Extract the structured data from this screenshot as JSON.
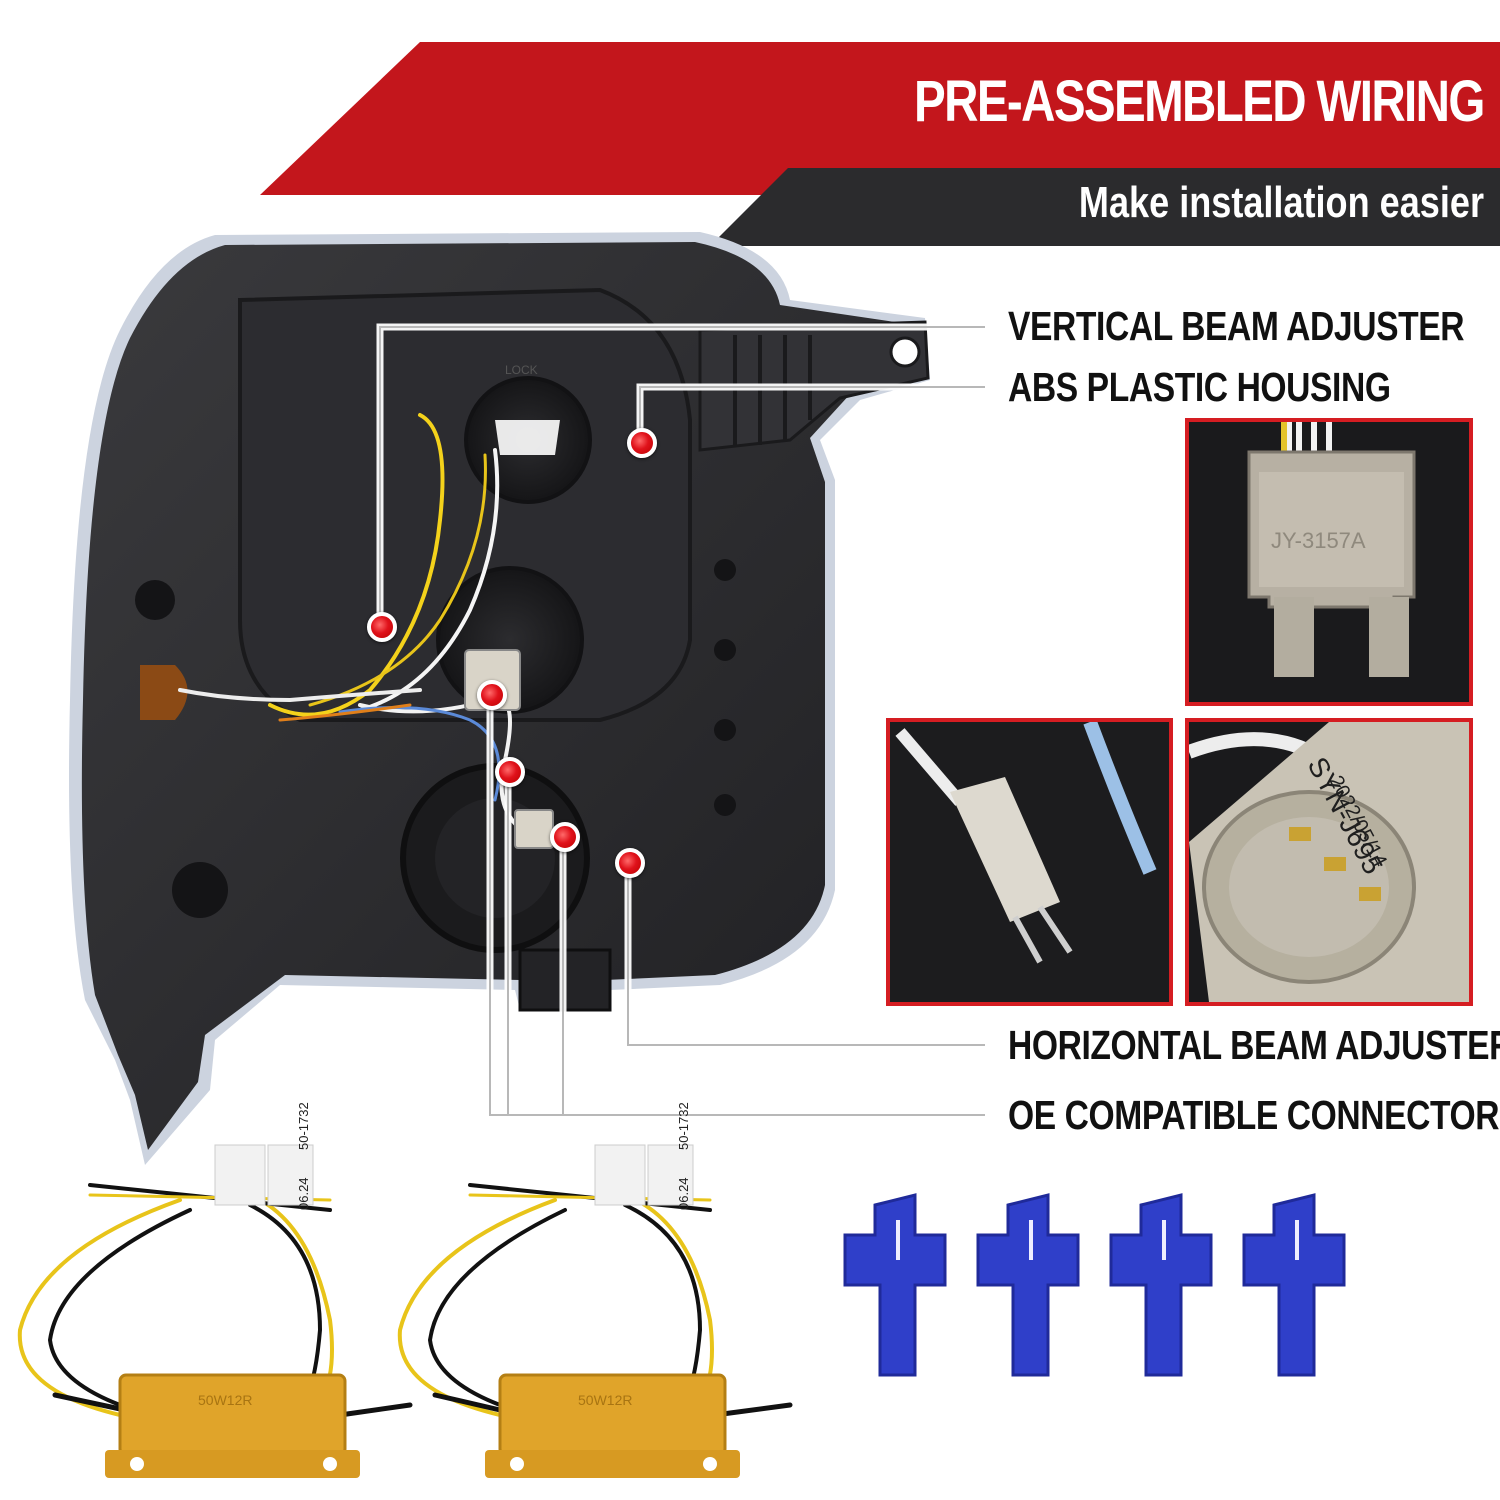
{
  "banner": {
    "title": "PRE-ASSEMBLED WIRING",
    "subtitle": "Make installation easier"
  },
  "features": {
    "vertical_beam": "VERTICAL BEAM ADJUSTER",
    "abs_housing": "ABS PLASTIC HOUSING",
    "horizontal_beam": "HORIZONTAL BEAM ADJUSTER",
    "oe_connectors": "OE COMPATIBLE CONNECTORS"
  },
  "connector_labels": {
    "plug_3157": "JY-3157A",
    "plug_syn": "SYN-J695",
    "plug_date": "2022/05/14"
  },
  "housing_labels": {
    "lock": "LOCK"
  },
  "resistor_labels": {
    "rating": "50W12R",
    "tag_code": "50-1732",
    "tag_date": "06.24"
  },
  "colors": {
    "accent_red": "#c3161c",
    "banner_grey": "#2b2b2d",
    "marker_red": "#e0121b",
    "clip_blue": "#2f3fc9",
    "resistor_gold": "#e0a42a"
  }
}
